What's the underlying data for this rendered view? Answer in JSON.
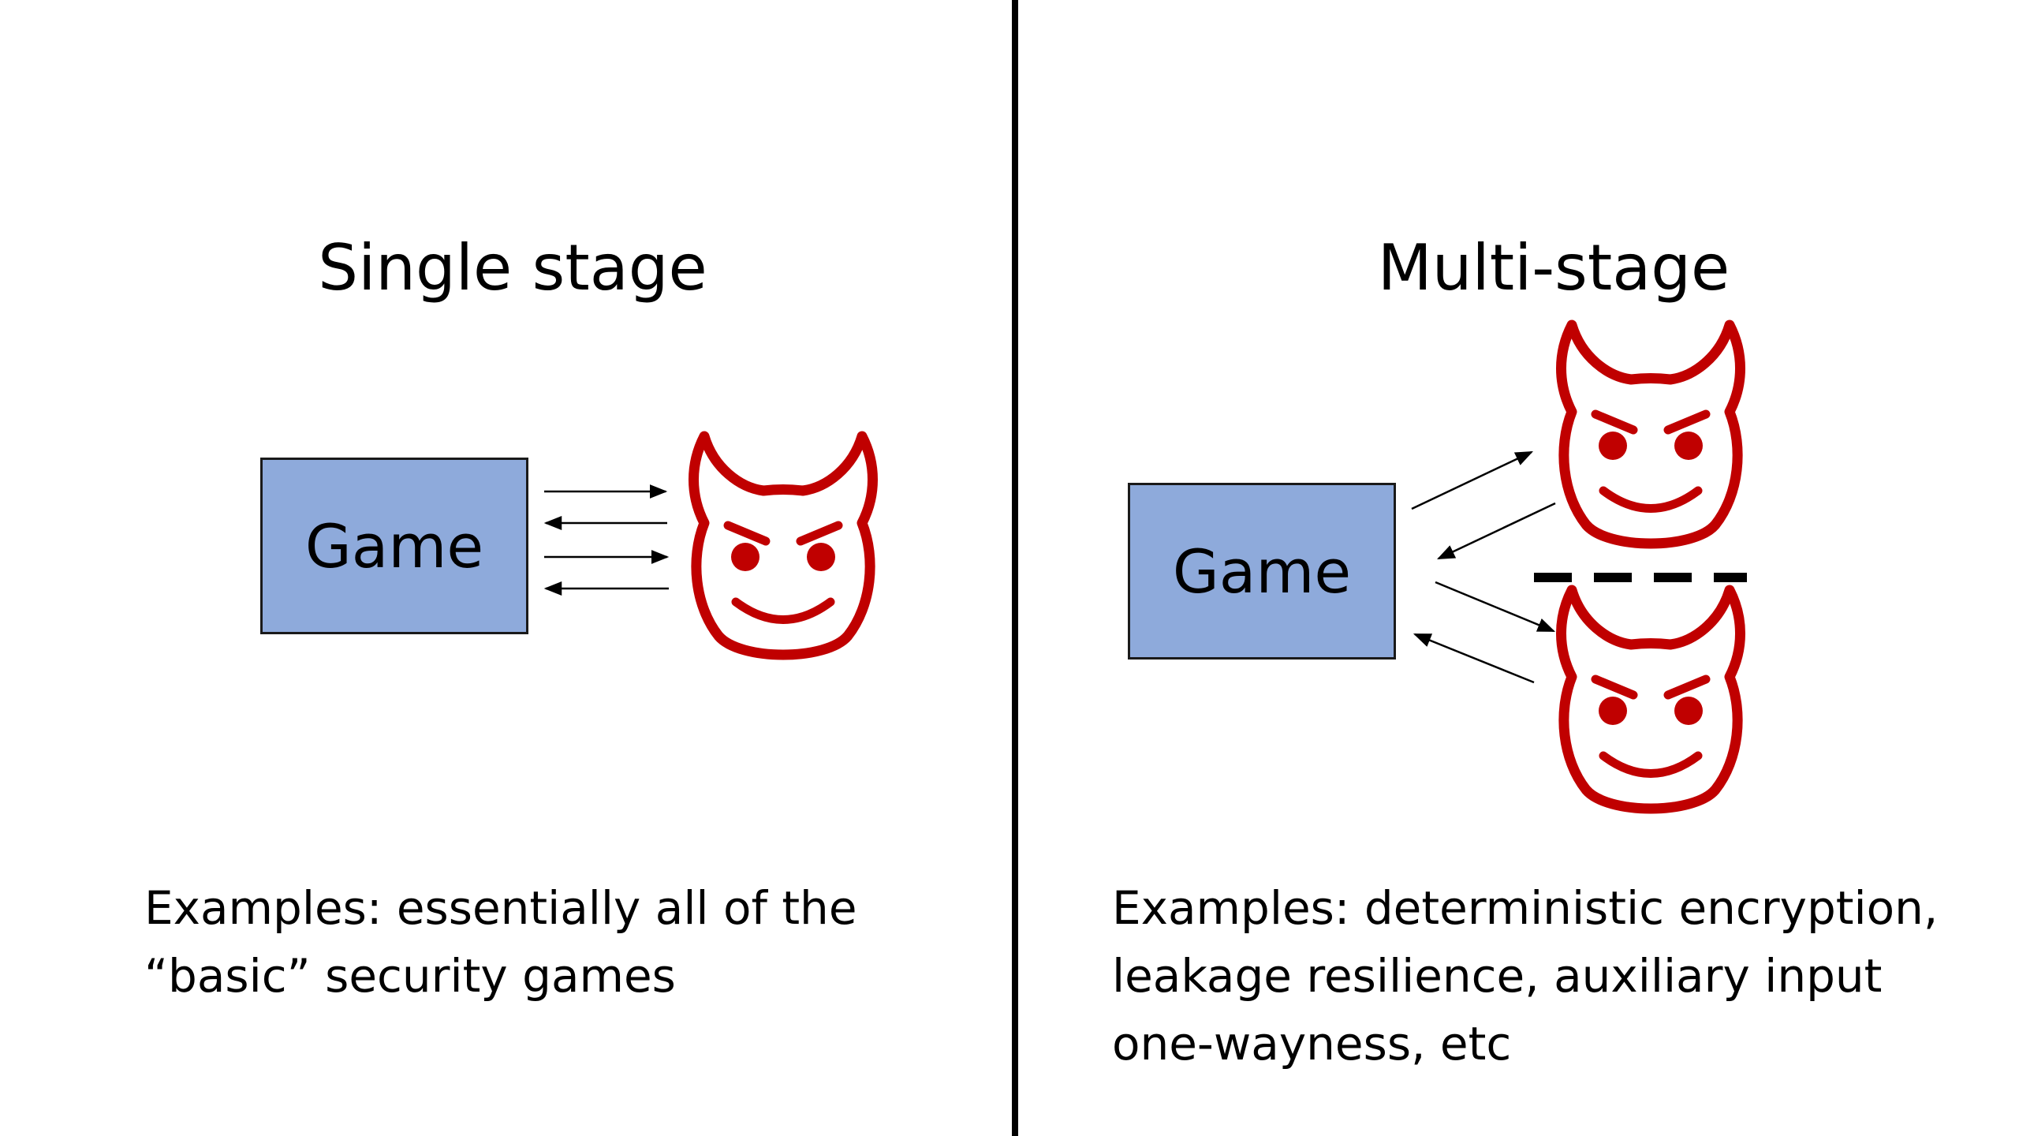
{
  "colors": {
    "game_box_fill": "#8eaadb",
    "devil": "#c00000",
    "divider": "#000000"
  },
  "left_panel": {
    "title": "Single stage",
    "game_label": "Game",
    "adversary_icon": "devil-face-icon",
    "examples_lines": [
      "Examples: essentially all of the",
      "“basic” security games"
    ]
  },
  "right_panel": {
    "title": "Multi-stage",
    "game_label": "Game",
    "adversary_icons": [
      "devil-face-icon",
      "devil-face-icon"
    ],
    "examples_lines": [
      "Examples: deterministic encryption,",
      "leakage resilience, auxiliary input",
      "one-wayness, etc"
    ]
  }
}
